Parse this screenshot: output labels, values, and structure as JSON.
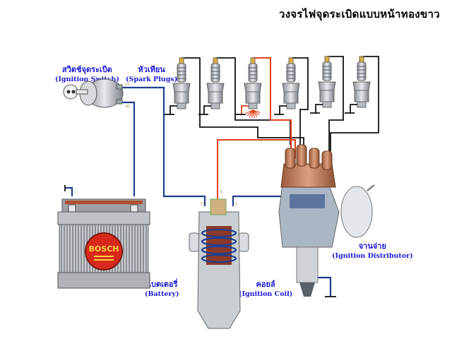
{
  "title": "วงจรไฟจุดระเบิดแบบหน้าทองขาว",
  "labels": {
    "ignition_switch": {
      "thai": "สวิตช์จุดระเบิด",
      "english": "(Ignition Switch)"
    },
    "spark_plugs": {
      "thai": "หัวเทียน",
      "english": "(Spark Plugs)"
    },
    "battery": {
      "thai": "แบตเตอรี่",
      "english": "(Battery)"
    },
    "ignition_coil": {
      "thai": "คอยล์",
      "english": "(Ignition Coil)"
    },
    "distributor": {
      "thai": "จานจ่าย",
      "english": "(Ignition Distributor)"
    }
  },
  "battery_brand": "BOSCH",
  "terminal_marks": {
    "switch_top": "15",
    "switch_bottom": "30",
    "coil_left": "15",
    "coil_center": "4",
    "coil_right": "1"
  },
  "spark_plug_count": 6,
  "firing_plug_index": 3,
  "colors": {
    "low_voltage_wire": "#1f3f8f",
    "high_voltage_wire": "#e2401c",
    "plug_lead": "#111111",
    "label_text": "#1a1ad8",
    "distributor_cap": "#c07a55",
    "battery_badge": "#d8281c"
  }
}
